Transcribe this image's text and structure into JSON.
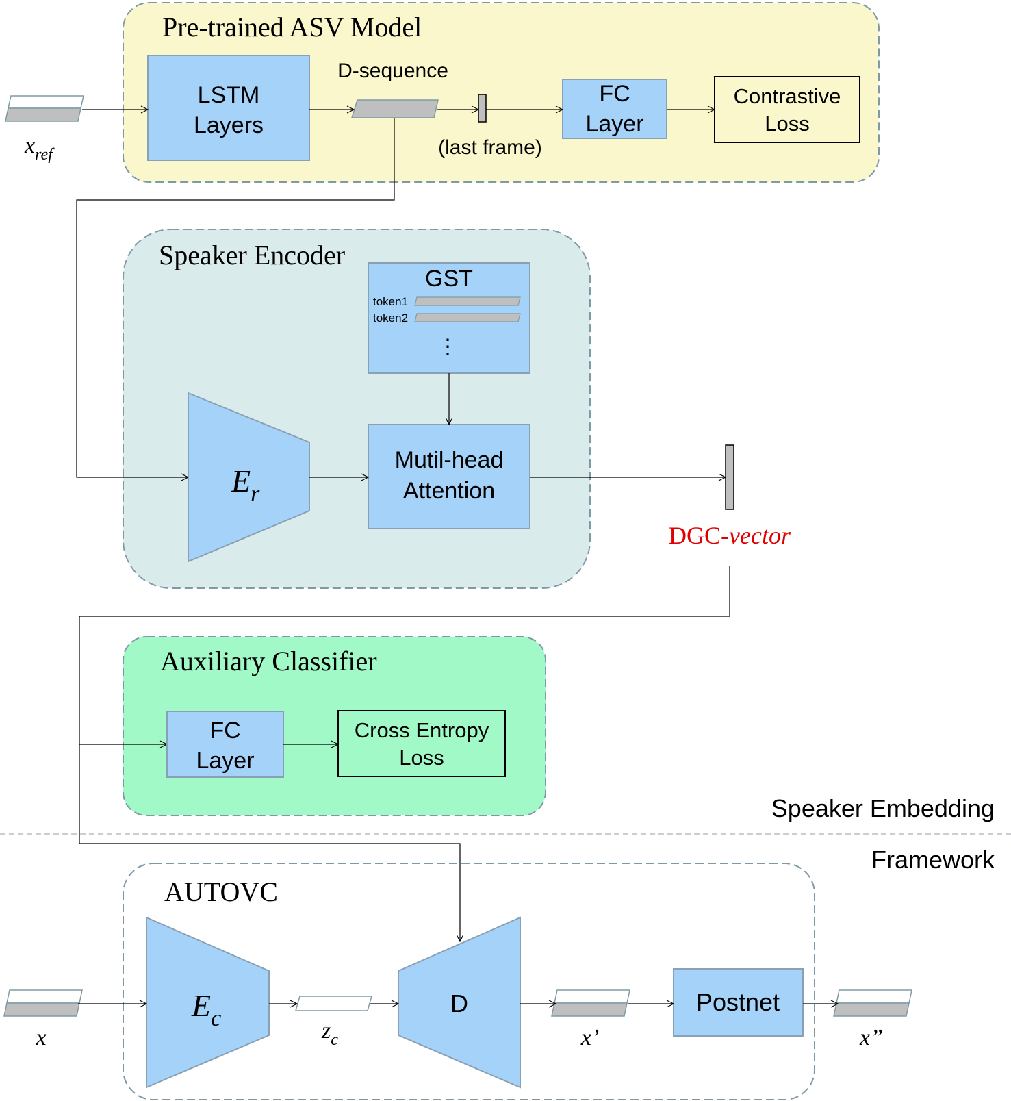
{
  "colors": {
    "asv_bg": "#FBF7CC",
    "encoder_bg": "#DAEBEB",
    "classifier_bg": "#A0F9C6",
    "block_fill": "#A4D2F8",
    "block_stroke": "#8AA0B4",
    "group_border": "#7F9AA6",
    "feature_gray": "#BFBFBF",
    "accent_red": "#E00000",
    "line": "#000000"
  },
  "asv": {
    "title": "Pre-trained ASV Model",
    "lstm_line1": "LSTM",
    "lstm_line2": "Layers",
    "dseq_label": "D-sequence",
    "last_frame_label": "(last frame)",
    "fc_line1": "FC",
    "fc_line2": "Layer",
    "loss_line1": "Contrastive",
    "loss_line2": "Loss"
  },
  "input_ref": {
    "label_base": "x",
    "label_sub": "ref"
  },
  "encoder": {
    "title": "Speaker Encoder",
    "gst_title": "GST",
    "token1": "token1",
    "token2": "token2",
    "dots": "⋮",
    "er_base": "E",
    "er_sub": "r",
    "attention_line1": "Mutil-head",
    "attention_line2": "Attention"
  },
  "dgc": {
    "prefix": "DGC-",
    "suffix": "vector"
  },
  "classifier": {
    "title": "Auxiliary Classifier",
    "fc_line1": "FC",
    "fc_line2": "Layer",
    "loss_line1": "Cross Entropy",
    "loss_line2": "Loss"
  },
  "section_labels": {
    "top": "Speaker Embedding",
    "bottom": "Framework"
  },
  "autovc": {
    "title": "AUTOVC",
    "ec_base": "E",
    "ec_sub": "c",
    "zc_base": "z",
    "zc_sub": "c",
    "decoder": "D",
    "postnet": "Postnet",
    "x_label": "x",
    "x1_label": "x’",
    "x2_label": "x”"
  }
}
